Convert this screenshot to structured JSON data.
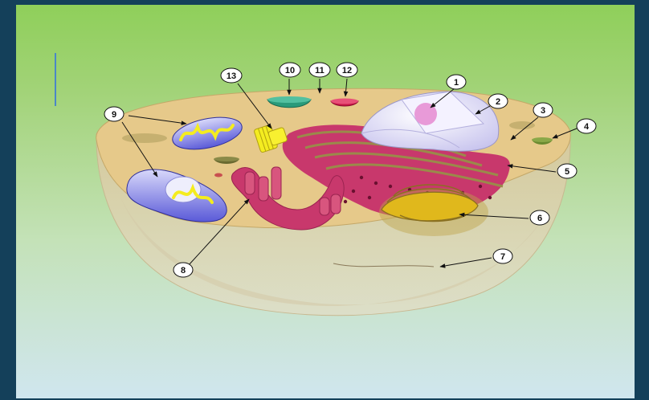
{
  "labels": [
    "1",
    "2",
    "3",
    "4",
    "5",
    "6",
    "7",
    "8",
    "9",
    "10",
    "11",
    "12",
    "13"
  ],
  "colors": {
    "frame": "#14405a",
    "cytoplasm": "#e6c98a",
    "rough_er": "#c8386c",
    "golgi": "#e0b81c",
    "mitochondria": "#3a3ec8",
    "nucleus": "#ece8fa",
    "nucleolus": "#e89ad8",
    "vacuole": "#2a9a7a",
    "lysosome": "#c81848",
    "centriole": "#f4ec20"
  }
}
